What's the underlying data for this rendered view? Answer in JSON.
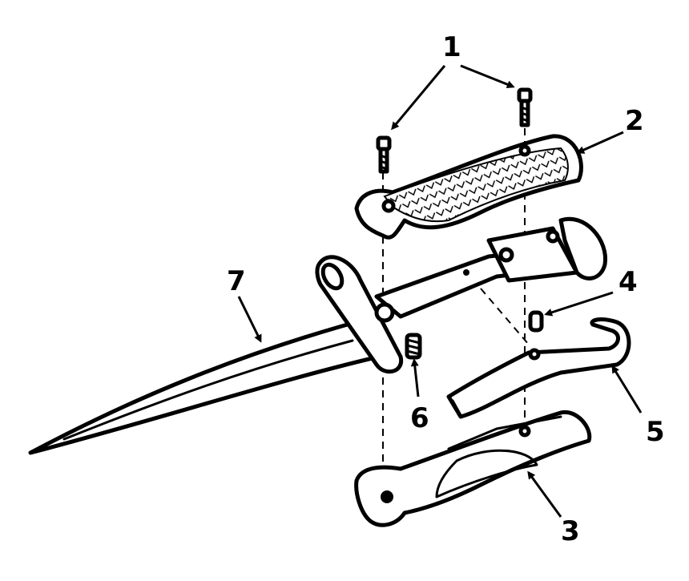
{
  "background": "#ffffff",
  "ink": "#000000",
  "callouts": [
    {
      "id": "1",
      "label": "1"
    },
    {
      "id": "2",
      "label": "2"
    },
    {
      "id": "3",
      "label": "3"
    },
    {
      "id": "4",
      "label": "4"
    },
    {
      "id": "5",
      "label": "5"
    },
    {
      "id": "6",
      "label": "6"
    },
    {
      "id": "7",
      "label": "7"
    }
  ]
}
